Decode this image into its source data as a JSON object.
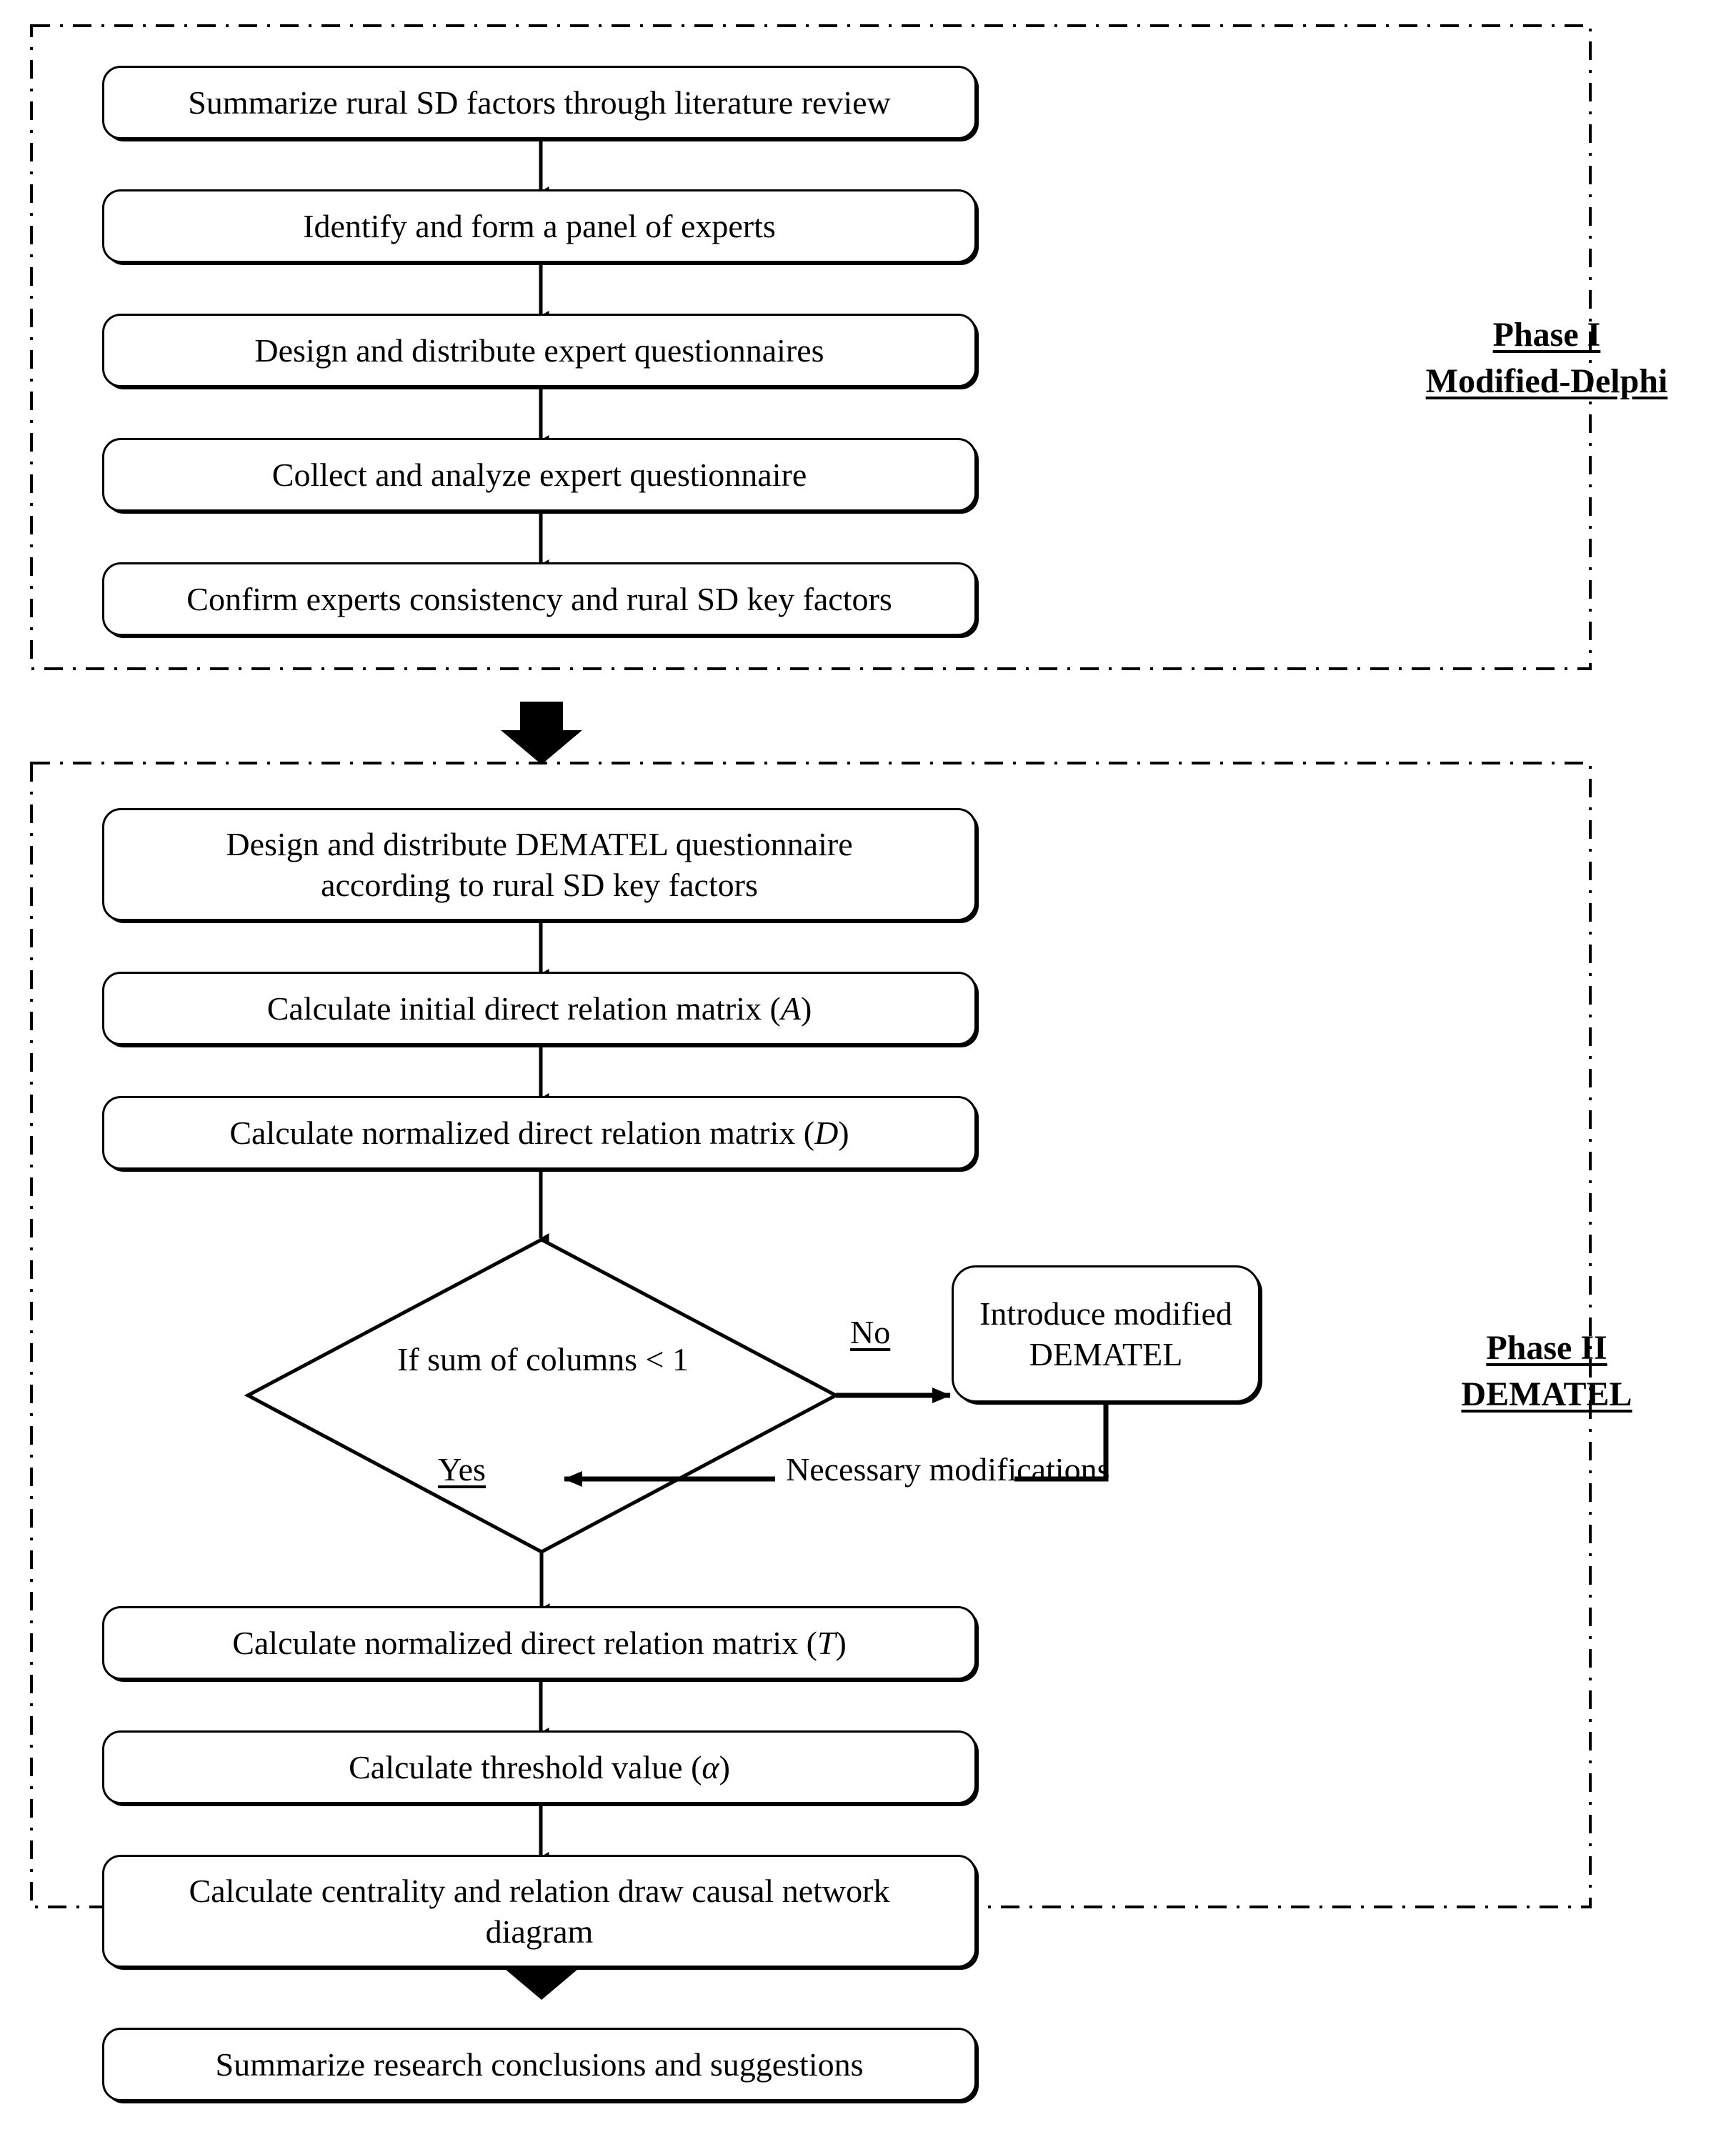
{
  "diagram": {
    "title": "Research framework flowchart",
    "type": "flowchart",
    "phases": [
      {
        "id": "phase-1",
        "label_line1": "Phase I",
        "label_line2": "Modified-Delphi",
        "steps": [
          "Summarize rural SD factors through literature review",
          "Identify and form a panel of experts",
          "Design and distribute expert questionnaires",
          "Collect and analyze expert questionnaire",
          "Confirm experts consistency and rural SD key factors"
        ]
      },
      {
        "id": "phase-2",
        "label_line1": "Phase II",
        "label_line2": "DEMATEL",
        "steps": [
          "Design and distribute DEMATEL questionnaire",
          "according to rural SD key factors",
          "Calculate initial direct relation matrix (",
          "A",
          ")",
          "Calculate normalized direct relation matrix (",
          "D",
          ")",
          "Calculate normalized direct relation matrix (",
          "T",
          ")",
          "Calculate threshold value (",
          "α",
          ")",
          "Calculate centrality and relation draw causal network",
          "diagram"
        ]
      }
    ]
  },
  "nodes": {
    "n1": {
      "text": "Summarize rural SD factors through literature review"
    },
    "n2": {
      "text": "Identify and form a panel of experts"
    },
    "n3": {
      "text": "Design and distribute expert questionnaires"
    },
    "n4": {
      "text": "Collect and analyze expert questionnaire"
    },
    "n5": {
      "text": "Confirm experts consistency and rural SD key factors"
    },
    "n6": {
      "line1": "Design and distribute DEMATEL questionnaire",
      "line2": "according to rural SD key factors"
    },
    "n7": {
      "prefix": "Calculate initial direct relation matrix (",
      "symbol": "A",
      "suffix": ")"
    },
    "n8": {
      "prefix": "Calculate normalized direct relation matrix (",
      "symbol": "D",
      "suffix": ")"
    },
    "decision": {
      "line1": "If sum of columns",
      "line2": "< 1"
    },
    "n9": {
      "line1": "Introduce modified",
      "line2": "DEMATEL"
    },
    "n10": {
      "prefix": "Calculate normalized direct relation matrix (",
      "symbol": "T",
      "suffix": ")"
    },
    "n11": {
      "prefix": "Calculate threshold value (",
      "symbol": "α",
      "suffix": ")"
    },
    "n12": {
      "line1": "Calculate centrality and relation draw causal network",
      "line2": "diagram"
    },
    "n13": {
      "text": "Summarize research conclusions and suggestions"
    }
  },
  "edge_labels": {
    "no": "No",
    "yes": "Yes",
    "feedback": "Necessary modifications"
  },
  "phase_labels": {
    "phase1_line1": "Phase I",
    "phase1_line2": "Modified-Delphi",
    "phase2_line1": "Phase II",
    "phase2_line2": "DEMATEL"
  },
  "colors": {
    "stroke": "#000000",
    "fill": "#ffffff",
    "background": "#ffffff"
  }
}
